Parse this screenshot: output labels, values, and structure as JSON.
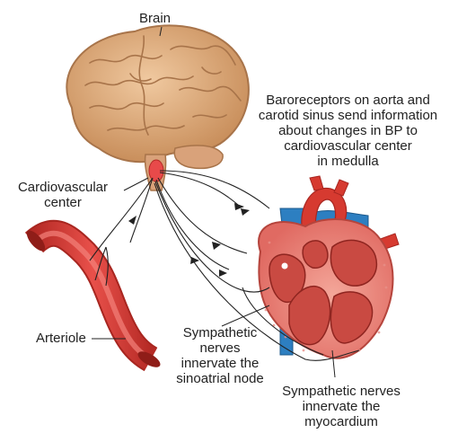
{
  "labels": {
    "brain": "Brain",
    "baroreceptors": "Baroreceptors on aorta and\ncarotid sinus send information\nabout changes in BP to\ncardiovascular center\nin medulla",
    "cardiovascular_center": "Cardiovascular\ncenter",
    "arteriole": "Arteriole",
    "sympathetic_sa": "Sympathetic\nnerves\ninnervate the\nsinoatrial node",
    "sympathetic_myo": "Sympathetic nerves\ninnervate the\nmyocardium"
  },
  "colors": {
    "brain": "#d9a878",
    "brain_outline": "#a8744a",
    "heart": "#e8706a",
    "heart_dark": "#c0392b",
    "aorta": "#d63a30",
    "vein": "#2d7fc1",
    "arteriole": "#d93a33",
    "nerve": "#222222",
    "center": "#e84a4a"
  }
}
